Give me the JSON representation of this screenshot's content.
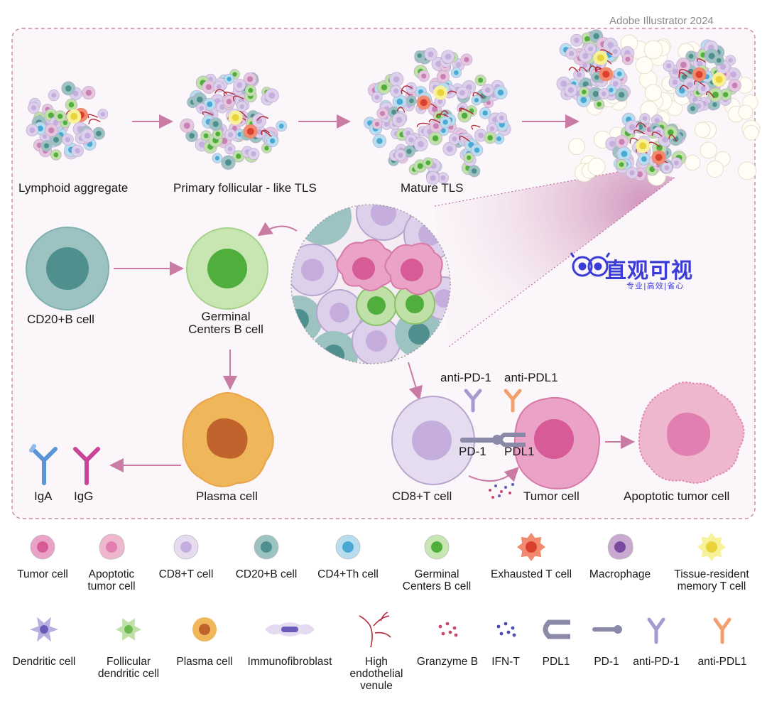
{
  "corner_note": "Adobe Illustrator 2024",
  "brand": {
    "title": "直观可视",
    "subtitle": "专业|高效|省心"
  },
  "stages": {
    "s1": "Lymphoid  aggregate",
    "s2": "Primary follicular - like TLS",
    "s3": "Mature TLS"
  },
  "cells": {
    "cd20b": "CD20+B cell",
    "gcb_line1": "Germinal",
    "gcb_line2": "Centers B cell",
    "plasma": "Plasma cell",
    "iga": "IgA",
    "igg": "IgG",
    "cd8t": "CD8+T cell",
    "tumor": "Tumor cell",
    "apoptotic": "Apoptotic tumor cell",
    "pd1": "PD-1",
    "pdl1": "PDL1",
    "anti_pd1": "anti-PD-1",
    "anti_pdl1": "anti-PDL1"
  },
  "legend_row1": [
    {
      "line1": "Tumor cell",
      "line2": ""
    },
    {
      "line1": "Apoptotic",
      "line2": "tumor cell"
    },
    {
      "line1": "CD8+T cell",
      "line2": ""
    },
    {
      "line1": "CD20+B cell",
      "line2": ""
    },
    {
      "line1": "CD4+Th cell",
      "line2": ""
    },
    {
      "line1": "Germinal",
      "line2": "Centers B cell"
    },
    {
      "line1": "Exhausted T cell",
      "line2": ""
    },
    {
      "line1": "Macrophage",
      "line2": ""
    },
    {
      "line1": "Tissue-resident",
      "line2": "memory T cell"
    }
  ],
  "legend_row2": [
    {
      "line1": "Dendritic cell",
      "line2": "",
      "line3": ""
    },
    {
      "line1": "Follicular",
      "line2": "dendritic cell",
      "line3": ""
    },
    {
      "line1": "Plasma cell",
      "line2": "",
      "line3": ""
    },
    {
      "line1": "Immunofibroblast",
      "line2": "",
      "line3": ""
    },
    {
      "line1": "High",
      "line2": "endothelial",
      "line3": "venule"
    },
    {
      "line1": "Granzyme B",
      "line2": "",
      "line3": ""
    },
    {
      "line1": "IFN-T",
      "line2": "",
      "line3": ""
    },
    {
      "line1": "PDL1",
      "line2": "",
      "line3": ""
    },
    {
      "line1": "PD-1",
      "line2": "",
      "line3": ""
    },
    {
      "line1": "anti-PD-1",
      "line2": "",
      "line3": ""
    },
    {
      "line1": "anti-PDL1",
      "line2": "",
      "line3": ""
    }
  ],
  "colors": {
    "frame": "#c78aa3",
    "panel_bg": "#fbf6f9",
    "arrow": "#c97ba4",
    "tumor": "#e7a2c0",
    "cd8": "#ddd0ea",
    "cd20": "#9cc3c1",
    "gcb": "#bfe0a6",
    "plasma": "#f0b65a",
    "brand": "#3b3bd8"
  }
}
